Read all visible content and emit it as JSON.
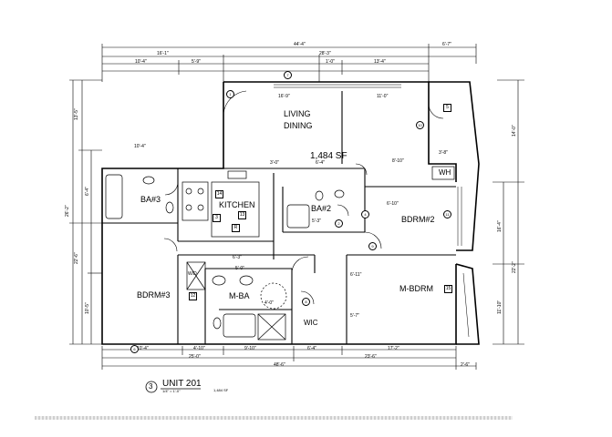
{
  "rooms": {
    "living": "LIVING",
    "dining": "DINING",
    "kitchen": "KITCHEN",
    "ba3": "BA#3",
    "ba2": "BA#2",
    "bdrm2": "BDRM#2",
    "bdrm3": "BDRM#3",
    "mbdrm": "M-BDRM",
    "mba": "M-BA",
    "wic": "WIC",
    "wh": "WH",
    "wd": "W/D"
  },
  "area": "1,484 SF",
  "plan_title": "UNIT 201",
  "plan_number": "3",
  "plan_scale": "1/4\" = 1'-0\"",
  "plan_area_note": "1,484 SF",
  "dims": {
    "top_overall": "44'-4\"",
    "top_right": "6'-7\"",
    "top_seg1": "16'-1\"",
    "top_seg2": "28'-3\"",
    "top_sub1": "10'-4\"",
    "top_sub2": "5'-9\"",
    "top_sub3": "1'-0\"",
    "top_sub4": "13'-4\"",
    "living_w": "16'-9\"",
    "dining_w": "11'-0\"",
    "left_total": "26'-2\"",
    "left_upper": "13'-5\"",
    "left_mid": "6'-4\"",
    "left_lower": "22'-6\"",
    "left_lower2": "10'-5\"",
    "right_upper": "14'-0\"",
    "right_mid": "16'-4\"",
    "right_total": "22'-2\"",
    "right_lower": "11'-10\"",
    "bottom_seg1": "10'-4\"",
    "bottom_seg2": "4'-10\"",
    "bottom_seg3": "9'-10\"",
    "bottom_seg4": "6'-4\"",
    "bottom_seg5": "17'-2\"",
    "bottom_total1": "25'-0\"",
    "bottom_total2": "23'-6\"",
    "bottom_overall": "48'-6\"",
    "bottom_right": "2'-6\"",
    "ba3_w": "10'-4\"",
    "kit_a": "3'-0\"",
    "kit_b": "6'-4\"",
    "wh_w": "3'-8\"",
    "dining_sub": "8'-10\"",
    "mbdrm_h": "6'-11\"",
    "mbdrm_h2": "5'-7\"",
    "hall_w": "6'-3\"",
    "bdrm2_h": "6'-10\"",
    "ba2_w": "5'-3\"",
    "mba_a": "4'-0\"",
    "mba_b": "5'-0\""
  },
  "tags": {
    "t1": "1",
    "t2": "2",
    "t3": "3",
    "t4": "4",
    "t5": "5",
    "t6": "6",
    "t7": "7",
    "t8": "8",
    "t9": "9",
    "t10": "10",
    "t11": "11",
    "t12": "12",
    "t13": "13",
    "t14": "14",
    "t15": "15",
    "tR": "R"
  }
}
